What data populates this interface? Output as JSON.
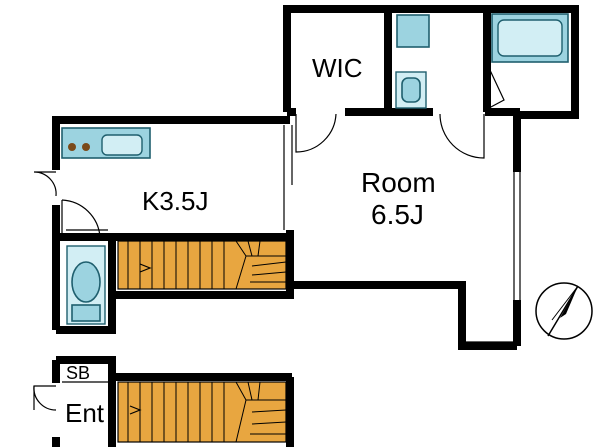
{
  "rooms": {
    "wic": "WIC",
    "kitchen": "K3.5J",
    "room_name": "Room",
    "room_size": "6.5J",
    "shoe_box": "SB",
    "entrance": "Ent"
  },
  "colors": {
    "wall": "#000000",
    "fixture": "#9cd3e0",
    "stairs": "#e8a640",
    "burner": "#7a4a1a"
  },
  "icons": {
    "compass": "north-arrow-icon"
  }
}
